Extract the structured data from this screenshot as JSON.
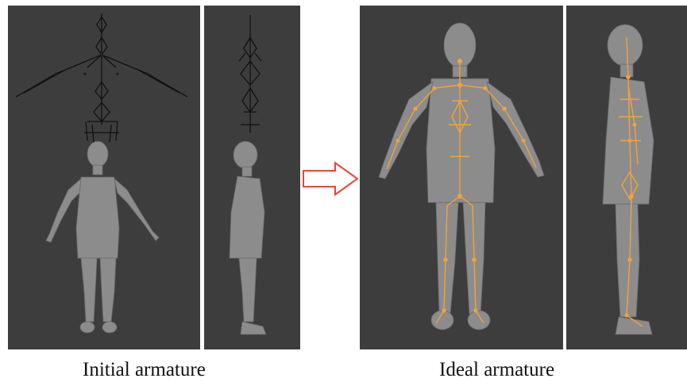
{
  "captions": {
    "initial": "Initial armature",
    "ideal": "Ideal armature"
  },
  "colors": {
    "viewport_bg": "#3d3d3d",
    "mesh": "#8c8c8c",
    "mesh_shadow": "#5f5f5f",
    "armature_initial": "#111111",
    "armature_ideal": "#f0a33c",
    "arrow": "#e24a3b"
  },
  "panels": [
    {
      "view": "front",
      "state": "initial"
    },
    {
      "view": "side",
      "state": "initial"
    },
    {
      "view": "front",
      "state": "ideal"
    },
    {
      "view": "side",
      "state": "ideal"
    }
  ]
}
